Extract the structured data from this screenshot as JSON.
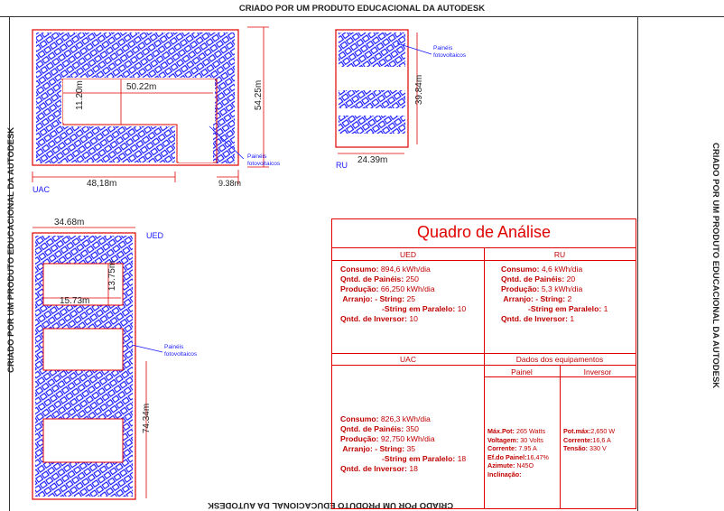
{
  "watermark": {
    "top": "CRIADO POR UM PRODUTO EDUCACIONAL DA AUTODESK",
    "bottom": "CRIADO POR UM PRODUTO EDUCACIONAL DA AUTODESK",
    "left": "CRIADO POR UM PRODUTO EDUCACIONAL DA AUTODESK",
    "right": "CRIADO POR UM PRODUTO EDUCACIONAL DA AUTODESK"
  },
  "uac": {
    "name": "UAC",
    "dim_top": "50.22m",
    "dim_inner": "11.20m",
    "dim_right": "54.25m",
    "dim_bottom": "48,18m",
    "dim_leg": "9.38m",
    "panel_label_1": "Painéis",
    "panel_label_2": "fotovoltaicos"
  },
  "ru": {
    "name": "RU",
    "dim_height": "39.84m",
    "dim_width": "24.39m",
    "panel_label_1": "Painéis",
    "panel_label_2": "fotovoltaicos"
  },
  "ued": {
    "name": "UED",
    "dim_top": "34.68m",
    "dim_hole_h": "13.75m",
    "dim_hole_w": "15.73m",
    "dim_height": "74.34m",
    "panel_label_1": "Painéis",
    "panel_label_2": "fotovoltaicos"
  },
  "quadro": {
    "title": "Quadro de Análise",
    "ued": {
      "header": "UED",
      "consumo_label": "Consumo:",
      "consumo_value": " 894,6 kWh/dia",
      "paineis_label": "Qntd. de Painéis:",
      "paineis_value": " 250",
      "producao_label": "Produção:",
      "producao_value": " 66,250 kWh/dia",
      "arranjo_label": "Arranjo: - String:",
      "arranjo_value": " 25",
      "paralelo_label": "-String em Paralelo:",
      "paralelo_value": " 10",
      "inversor_label": "Qntd. de Inversor:",
      "inversor_value": " 10"
    },
    "ru": {
      "header": "RU",
      "consumo_label": "Consumo:",
      "consumo_value": " 4,6 kWh/dia",
      "paineis_label": "Qntd. de Painéis:",
      "paineis_value": " 20",
      "producao_label": "Produção:",
      "producao_value": " 5,3 kWh/dia",
      "arranjo_label": "Arranjo: - String:",
      "arranjo_value": " 2",
      "paralelo_label": "-String em Paralelo:",
      "paralelo_value": " 1",
      "inversor_label": "Qntd. de Inversor:",
      "inversor_value": " 1"
    },
    "uac": {
      "header": "UAC",
      "consumo_label": "Consumo:",
      "consumo_value": " 826,3 kWh/dia",
      "paineis_label": "Qntd. de Painéis:",
      "paineis_value": " 350",
      "producao_label": "Produção:",
      "producao_value": " 92,750 kWh/dia",
      "arranjo_label": "Arranjo: - String:",
      "arranjo_value": " 35",
      "paralelo_label": "-String em Paralelo:",
      "paralelo_value": " 18",
      "inversor_label": "Qntd. de Inversor:",
      "inversor_value": " 18"
    },
    "equip": {
      "header": "Dados dos equipamentos",
      "painel_header": "Painel",
      "inversor_header": "Inversor",
      "potmax_label": "Máx.Pot:",
      "potmax_value": " 265 Watts",
      "voltagem_label": "Voltagem:",
      "voltagem_value": " 30 Volts",
      "corrente_label": "Corrente:",
      "corrente_value": " 7.95 A",
      "ef_label": "Ef.do Painel:",
      "ef_value": "16,47%",
      "azimute_label": "Azimute:",
      "azimute_value": " N45O",
      "inclinacao_label": "Inclinação:",
      "inv_pot_label": "Pot.máx:",
      "inv_pot_value": "2,650 W",
      "inv_corrente_label": "Corrente:",
      "inv_corrente_value": "16,6 A",
      "inv_tensao_label": "Tensão:",
      "inv_tensao_value": " 330 V"
    }
  }
}
